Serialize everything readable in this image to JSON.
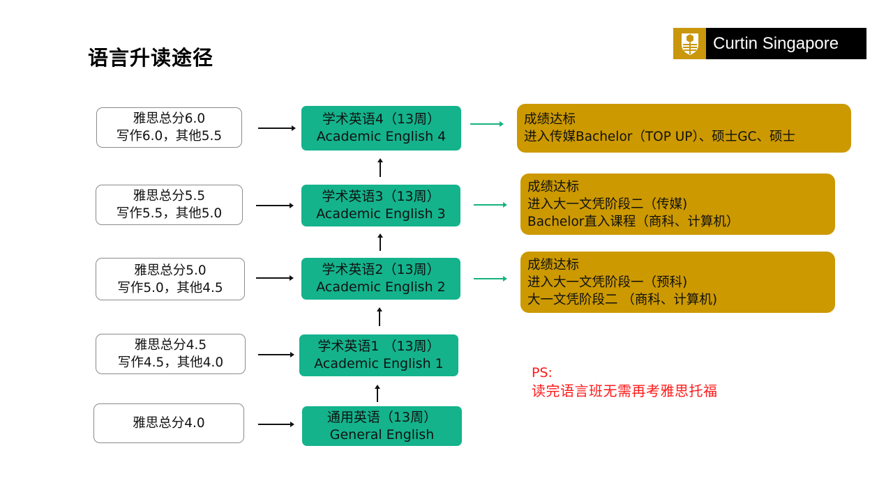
{
  "page": {
    "title": "语言升读途径"
  },
  "logo": {
    "brand": "Curtin Singapore",
    "icon": "curtin-crest-icon",
    "brand_color": "#c9960c"
  },
  "requirements": [
    {
      "line1": "雅思总分6.0",
      "line2": "写作6.0，其他5.5"
    },
    {
      "line1": "雅思总分5.5",
      "line2": "写作5.5，其他5.0"
    },
    {
      "line1": "雅思总分5.0",
      "line2": "写作5.0，其他4.5"
    },
    {
      "line1": "雅思总分4.5",
      "line2": "写作4.5，其他4.0"
    },
    {
      "line1": "雅思总分4.0",
      "line2": ""
    }
  ],
  "courses": [
    {
      "cn": "学术英语4（13周）",
      "en": "Academic English 4"
    },
    {
      "cn": "学术英语3（13周）",
      "en": "Academic English 3"
    },
    {
      "cn": "学术英语2（13周）",
      "en": "Academic English 2"
    },
    {
      "cn": "学术英语1 （13周）",
      "en": "Academic English 1"
    },
    {
      "cn": "通用英语（13周）",
      "en": "General English"
    }
  ],
  "outcomes": [
    {
      "lines": [
        "成绩达标",
        "进入传媒Bachelor（TOP UP）、硕士GC、硕士"
      ]
    },
    {
      "lines": [
        "成绩达标",
        "进入大一文凭阶段二（传媒)",
        "Bachelor直入课程（商科、计算机）"
      ]
    },
    {
      "lines": [
        "成绩达标",
        "进入大一文凭阶段一（预科)",
        "大一文凭阶段二 （商科、计算机)"
      ]
    }
  ],
  "note": {
    "label": "PS:",
    "text": "读完语言班无需再考雅思托福"
  },
  "colors": {
    "course_bg": "#14b38c",
    "outcome_bg": "#cc9900",
    "note": "#ff1a1a"
  }
}
